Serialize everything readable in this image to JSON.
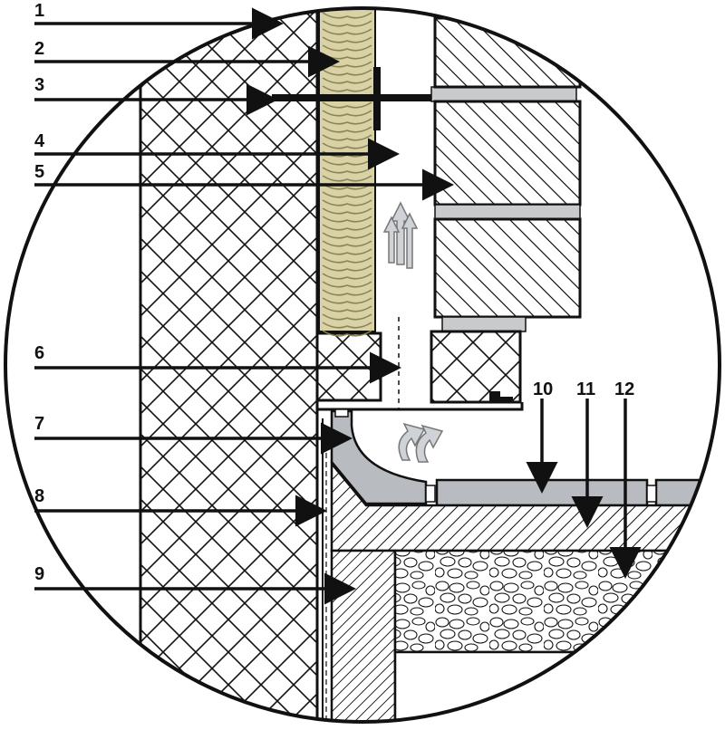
{
  "labels": {
    "l1": "1",
    "l2": "2",
    "l3": "3",
    "l4": "4",
    "l5": "5",
    "l6": "6",
    "l7": "7",
    "l8": "8",
    "l9": "9",
    "l10": "10",
    "l11": "11",
    "l12": "12"
  },
  "colors": {
    "insulation": "#d9d2a6",
    "insulation_outline": "#8b8456",
    "profile": "#b8bcc0",
    "mortar": "#c8cacc",
    "ink": "#111111",
    "airflow": "#cfd2d6"
  }
}
